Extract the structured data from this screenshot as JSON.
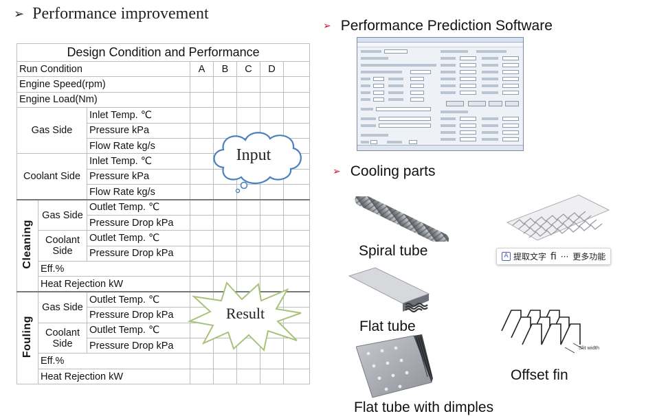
{
  "left_heading": "Performance improvement",
  "table": {
    "title": "Design Condition and Performance",
    "run_condition": "Run Condition",
    "columns": [
      "A",
      "B",
      "C",
      "D"
    ],
    "engine_speed": "Engine Speed(rpm)",
    "engine_load": "Engine Load(Nm)",
    "gas_side": "Gas Side",
    "coolant_side": "Coolant Side",
    "coolant": "Coolant",
    "side": "Side",
    "inlet_temp": "Inlet Temp. ℃",
    "pressure": "Pressure  kPa",
    "flow_rate": "Flow Rate kg/s",
    "outlet_temp": "Outlet Temp. ℃",
    "pressure_drop": "Pressure Drop  kPa",
    "cleaning": "Cleaning",
    "fouling": "Fouling",
    "eff": "Eff.%",
    "heat_rejection": "Heat Rejection kW"
  },
  "overlays": {
    "input": "Input",
    "result": "Result"
  },
  "right": {
    "software_heading": "Performance Prediction Software",
    "cooling_heading": "Cooling parts",
    "parts": {
      "spiral": "Spiral tube",
      "flat": "Flat  tube",
      "offset": "Offset fin",
      "dimples": "Flat  tube with dimples",
      "fin_dim": "Slit width"
    },
    "popup": {
      "extract": "提取文字",
      "more": "更多功能",
      "dots": "···",
      "partial": "fi"
    }
  },
  "colors": {
    "bullet_red": "#c8102e",
    "table_border": "#bdbdbd"
  }
}
